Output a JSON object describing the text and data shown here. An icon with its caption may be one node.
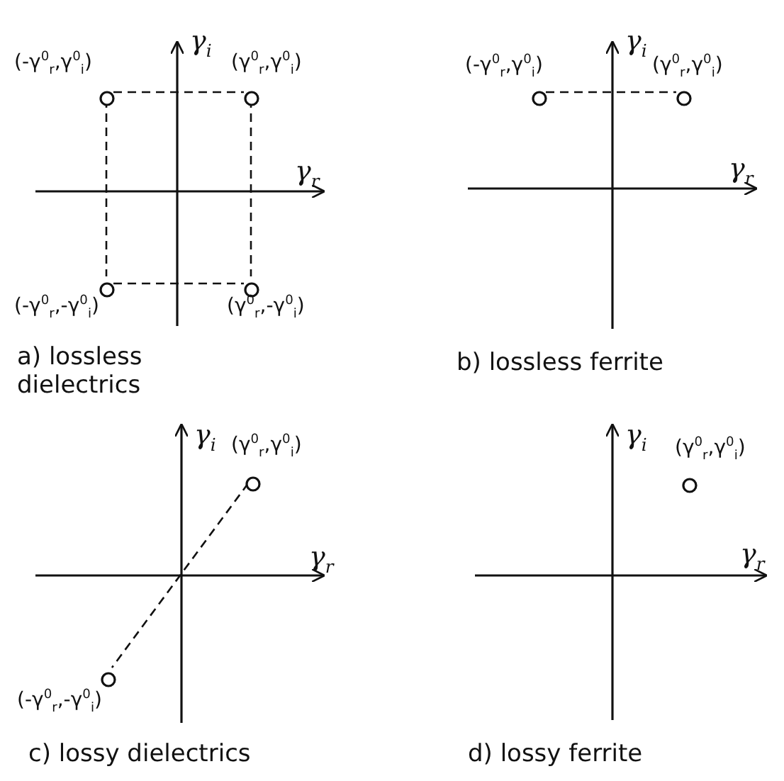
{
  "diagram": {
    "nodes": [
      {
        "text": [],
        "shape": "circle",
        "beside": [
          "(-γ$^{0}$$_{r}$,γ$^{0}$$_{i}$)"
        ]
      },
      {
        "text": [],
        "shape": "circle",
        "beside": [
          "(γ$^{0}$$_{r}$,γ$^{0}$$_{i}$)"
        ]
      },
      {
        "text": [],
        "shape": "circle",
        "beside": [
          "(-γ$^{0}$$_{r}$,-γ$^{0}$$_{i}$)"
        ]
      },
      {
        "text": [],
        "shape": "circle",
        "beside": [
          "(γ$^{0}$$_{r}$,-γ$^{0}$$_{i}$)"
        ]
      },
      {
        "text": [],
        "shape": "circle",
        "beside": [
          "(-γ$^{0}$$_{r}$,γ$^{0}$$_{i}$)"
        ]
      },
      {
        "text": [],
        "shape": "circle",
        "beside": [
          "(γ$^{0}$$_{r}$,γ$^{0}$$_{i}$)"
        ]
      },
      {
        "text": [],
        "shape": "circle",
        "beside": [
          "(γ$^{0}$$_{r}$,γ$^{0}$$_{i}$)"
        ]
      },
      {
        "text": [],
        "shape": "circle",
        "beside": [
          "(-γ$^{0}$$_{r}$,-γ$^{0}$$_{i}$)"
        ]
      },
      {
        "text": [],
        "shape": "circle",
        "beside": [
          "(γ$^{0}$$_{r}$,γ$^{0}$$_{i}$)"
        ]
      }
    ],
    "edges": [
      {
        "from": 0,
        "to": 1,
        "arrow": "none",
        "style": "dashed"
      },
      {
        "from": 0,
        "to": 2,
        "arrow": "none",
        "style": "dashed"
      },
      {
        "from": 1,
        "to": 3,
        "arrow": "none",
        "style": "dashed"
      },
      {
        "from": 2,
        "to": 3,
        "arrow": "none",
        "style": "dashed"
      },
      {
        "from": 4,
        "to": 5,
        "arrow": "none",
        "style": "dashed"
      },
      {
        "from": 6,
        "to": 7,
        "arrow": "none",
        "style": "dashed"
      }
    ],
    "labels": [
      "γ$_{i}$",
      "γ$_{r}$",
      "a) lossless dielectrics",
      "γ$_{i}$",
      "γ$_{r}$",
      "b) lossless ferrite",
      "γ$_{i}$",
      "γ$_{r}$",
      "c) lossy dielectrics",
      "γ$_{i}$",
      "γ$_{r}$",
      "d) lossy ferrite"
    ]
  }
}
